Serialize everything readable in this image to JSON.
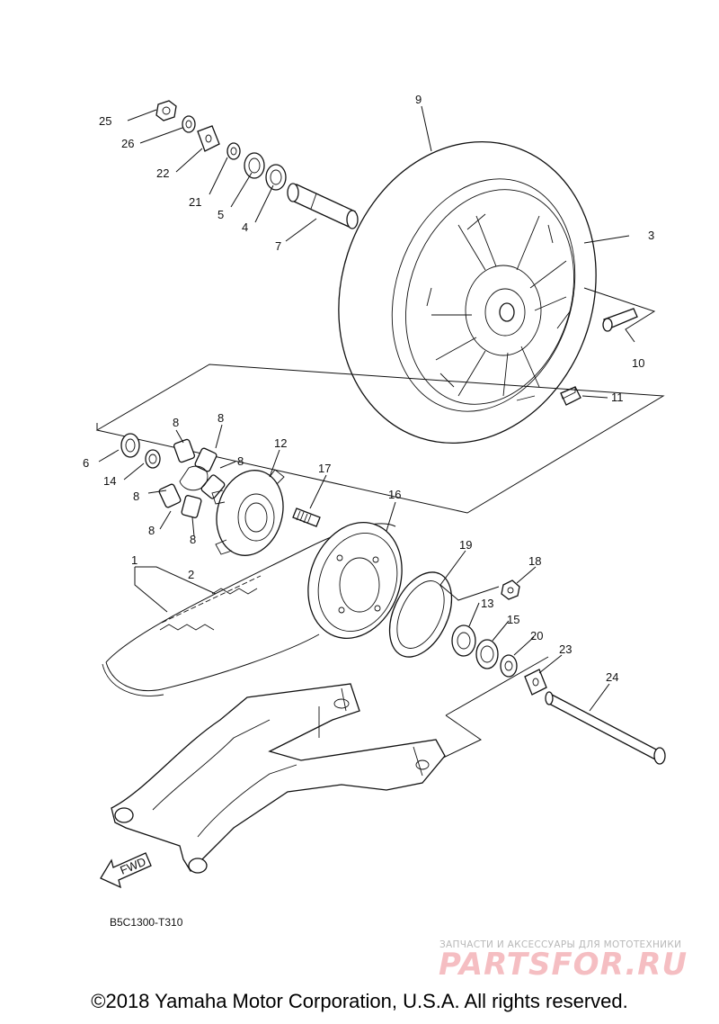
{
  "diagram": {
    "code": "B5C1300-T310",
    "fwd_label": "FWD",
    "callouts": [
      {
        "id": "1",
        "label": "1"
      },
      {
        "id": "2",
        "label": "2"
      },
      {
        "id": "3",
        "label": "3"
      },
      {
        "id": "4",
        "label": "4"
      },
      {
        "id": "5",
        "label": "5"
      },
      {
        "id": "6",
        "label": "6"
      },
      {
        "id": "7",
        "label": "7"
      },
      {
        "id": "8a",
        "label": "8"
      },
      {
        "id": "8b",
        "label": "8"
      },
      {
        "id": "8c",
        "label": "8"
      },
      {
        "id": "8d",
        "label": "8"
      },
      {
        "id": "8e",
        "label": "8"
      },
      {
        "id": "8f",
        "label": "8"
      },
      {
        "id": "9",
        "label": "9"
      },
      {
        "id": "10",
        "label": "10"
      },
      {
        "id": "11",
        "label": "11"
      },
      {
        "id": "12",
        "label": "12"
      },
      {
        "id": "13",
        "label": "13"
      },
      {
        "id": "14",
        "label": "14"
      },
      {
        "id": "15",
        "label": "15"
      },
      {
        "id": "16",
        "label": "16"
      },
      {
        "id": "17",
        "label": "17"
      },
      {
        "id": "18",
        "label": "18"
      },
      {
        "id": "19",
        "label": "19"
      },
      {
        "id": "20",
        "label": "20"
      },
      {
        "id": "21",
        "label": "21"
      },
      {
        "id": "22",
        "label": "22"
      },
      {
        "id": "23",
        "label": "23"
      },
      {
        "id": "24",
        "label": "24"
      },
      {
        "id": "25",
        "label": "25"
      },
      {
        "id": "26",
        "label": "26"
      }
    ]
  },
  "watermark": {
    "caption": "ЗАПЧАСТИ И АКСЕССУАРЫ ДЛЯ МОТОТЕХНИКИ",
    "logo_text": "PARTSFOR.RU"
  },
  "footer": {
    "copyright": "©2018 Yamaha Motor Corporation, U.S.A. All rights reserved."
  }
}
